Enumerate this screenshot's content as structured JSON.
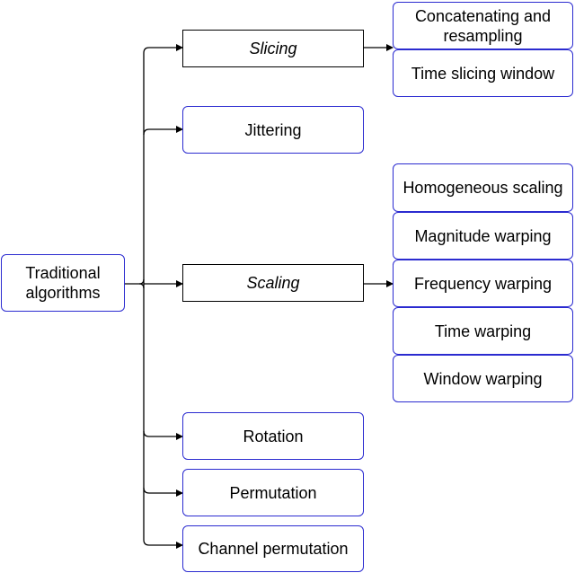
{
  "root": {
    "label_line1": "Traditional",
    "label_line2": "algorithms"
  },
  "branches": {
    "slicing": "Slicing",
    "jittering": "Jittering",
    "scaling": "Scaling",
    "rotation": "Rotation",
    "permutation": "Permutation",
    "channel_permutation": "Channel permutation"
  },
  "slicing_children": {
    "concat_line1": "Concatenating and",
    "concat_line2": "resampling",
    "time_slicing_window": "Time slicing window"
  },
  "scaling_children": {
    "homogeneous_scaling": "Homogeneous scaling",
    "magnitude_warping": "Magnitude warping",
    "frequency_warping": "Frequency warping",
    "time_warping": "Time warping",
    "window_warping": "Window warping"
  }
}
